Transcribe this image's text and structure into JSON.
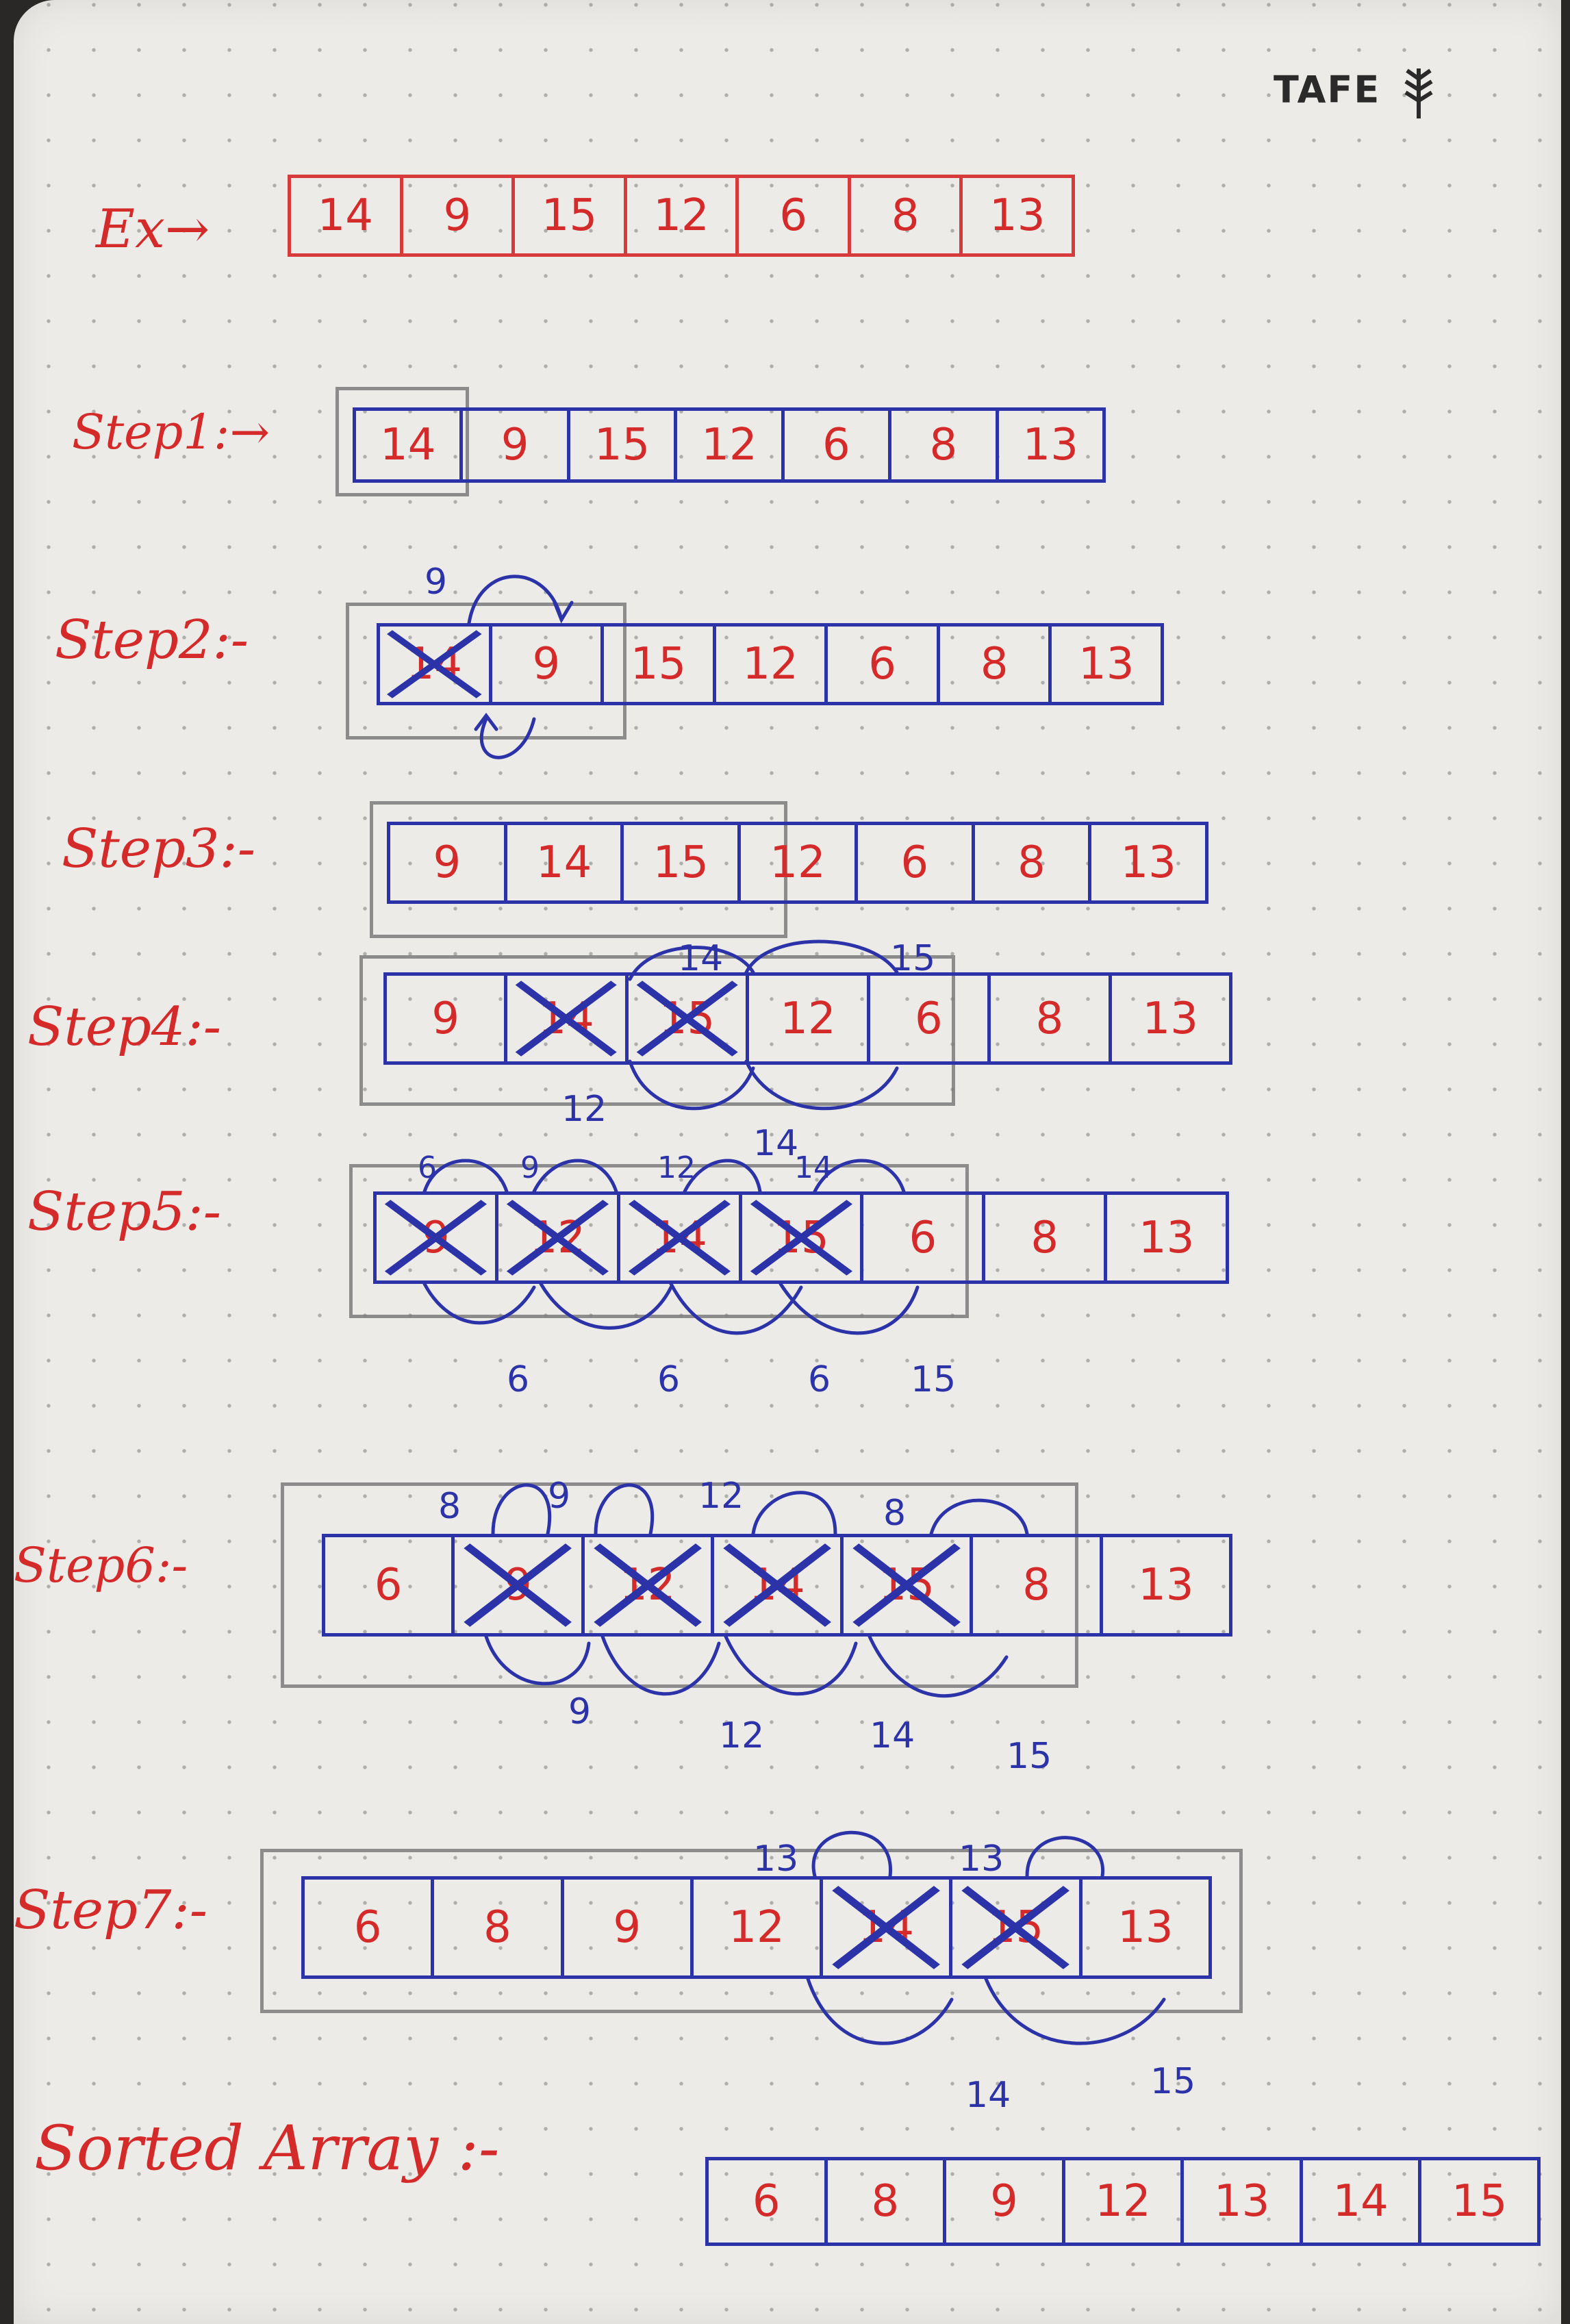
{
  "brand": {
    "logo_text": "TAFE"
  },
  "rows": [
    {
      "id": "ex",
      "label": "Ex→",
      "values": [
        "14",
        "9",
        "15",
        "12",
        "6",
        "8",
        "13"
      ],
      "crossed": [],
      "style": "red"
    },
    {
      "id": "step1",
      "label": "Step1:→",
      "values": [
        "14",
        "9",
        "15",
        "12",
        "6",
        "8",
        "13"
      ],
      "crossed": [],
      "style": "blue"
    },
    {
      "id": "step2",
      "label": "Step2:-",
      "values": [
        "14",
        "9",
        "15",
        "12",
        "6",
        "8",
        "13"
      ],
      "crossed": [
        0
      ],
      "style": "blue"
    },
    {
      "id": "step3",
      "label": "Step3:-",
      "values": [
        "9",
        "14",
        "15",
        "12",
        "6",
        "8",
        "13"
      ],
      "crossed": [],
      "style": "blue"
    },
    {
      "id": "step4",
      "label": "Step4:-",
      "values": [
        "9",
        "14",
        "15",
        "12",
        "6",
        "8",
        "13"
      ],
      "crossed": [
        1,
        2
      ],
      "style": "blue"
    },
    {
      "id": "step5",
      "label": "Step5:-",
      "values": [
        "9",
        "12",
        "14",
        "15",
        "6",
        "8",
        "13"
      ],
      "crossed": [
        0,
        1,
        2,
        3
      ],
      "style": "blue"
    },
    {
      "id": "step6",
      "label": "Step6:-",
      "values": [
        "6",
        "9",
        "12",
        "14",
        "15",
        "8",
        "13"
      ],
      "crossed": [
        1,
        2,
        3,
        4
      ],
      "style": "blue"
    },
    {
      "id": "step7",
      "label": "Step7:-",
      "values": [
        "6",
        "8",
        "9",
        "12",
        "14",
        "15",
        "13"
      ],
      "crossed": [
        4,
        5
      ],
      "style": "blue"
    },
    {
      "id": "sorted",
      "label": "Sorted Array :-",
      "values": [
        "6",
        "8",
        "9",
        "12",
        "13",
        "14",
        "15"
      ],
      "crossed": [],
      "style": "blue"
    }
  ],
  "annotations": {
    "step2": [
      "9"
    ],
    "step4": [
      "14",
      "15",
      "12",
      "14"
    ],
    "step5": [
      "6",
      "9",
      "12",
      "14",
      "6",
      "6",
      "6",
      "15"
    ],
    "step6": [
      "8",
      "9",
      "12",
      "8",
      "9",
      "12",
      "14",
      "15"
    ],
    "step7": [
      "13",
      "13",
      "14",
      "15"
    ]
  }
}
